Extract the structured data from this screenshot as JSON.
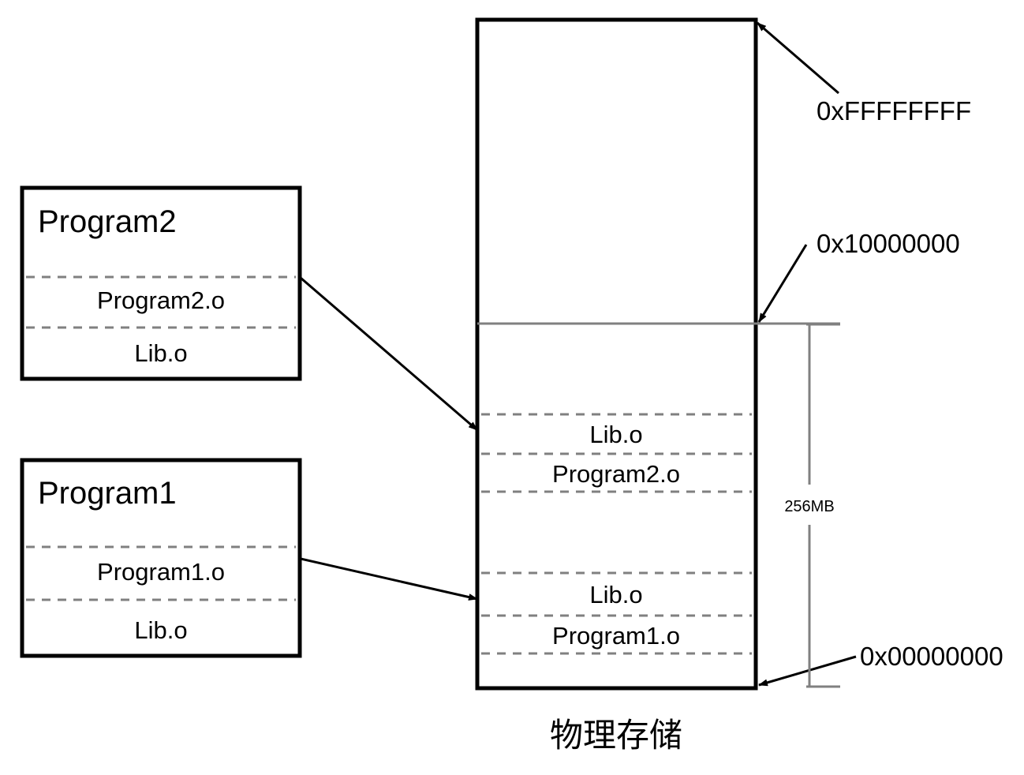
{
  "diagram": {
    "caption": "物理存储",
    "programs": [
      {
        "title": "Program2",
        "rows": [
          "Program2.o",
          "Lib.o"
        ]
      },
      {
        "title": "Program1",
        "rows": [
          "Program1.o",
          "Lib.o"
        ]
      }
    ],
    "memory": {
      "name": "physical-memory-column",
      "segments_upper": [
        "Lib.o",
        "Program2.o"
      ],
      "segments_lower": [
        "Lib.o",
        "Program1.o"
      ],
      "addresses": {
        "top": "0xFFFFFFFF",
        "middle": "0x10000000",
        "bottom": "0x00000000"
      },
      "dimension_label": "256MB"
    },
    "colors": {
      "stroke": "#000000",
      "dashed": "#808080",
      "divider": "#808080",
      "background": "#ffffff"
    }
  }
}
